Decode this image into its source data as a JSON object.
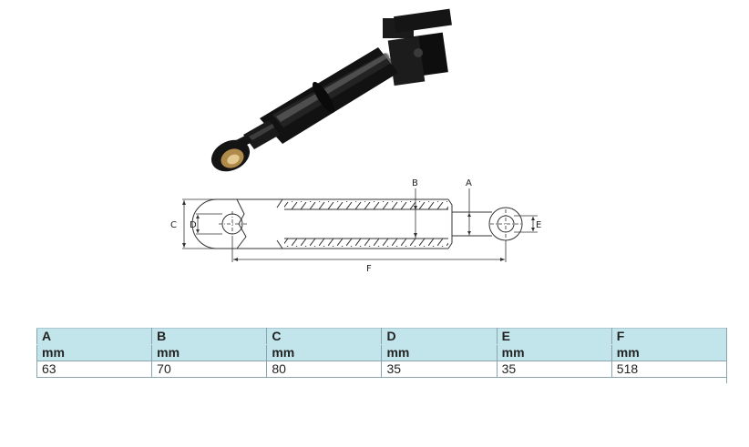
{
  "drawing": {
    "labels": {
      "a": "A",
      "b": "B",
      "c": "C",
      "d": "D",
      "e": "E",
      "f": "F"
    }
  },
  "table": {
    "headers": [
      "A",
      "B",
      "C",
      "D",
      "E",
      "F"
    ],
    "units": [
      "mm",
      "mm",
      "mm",
      "mm",
      "mm",
      "mm"
    ],
    "values": [
      "63",
      "70",
      "80",
      "35",
      "35",
      "518"
    ]
  },
  "colors": {
    "header_bg": "#c2e5ec",
    "border": "#8aa3ad",
    "cylinder_body": "#101010",
    "bushing": "#b08a4a"
  }
}
